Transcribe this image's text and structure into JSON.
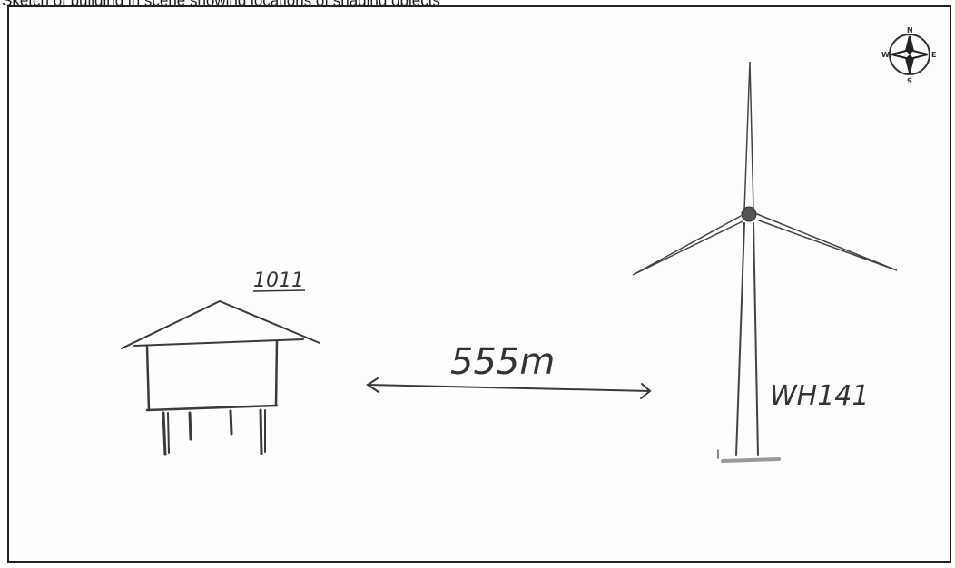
{
  "caption": "Sketch of building in scene showing locations of shading objects",
  "labels": {
    "building_id": "1011",
    "distance": "555m",
    "turbine_id": "WH141"
  },
  "compass": {
    "north": "N",
    "south": "S",
    "east": "E",
    "west": "W"
  },
  "colors": {
    "pencil": "#333333",
    "paper": "#fdfdfd",
    "frame": "#222222"
  }
}
